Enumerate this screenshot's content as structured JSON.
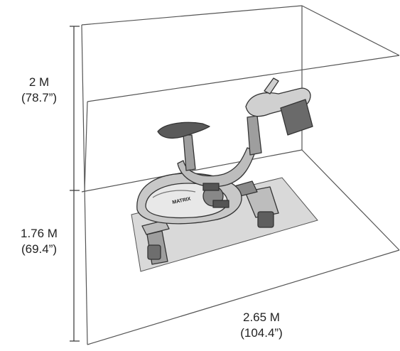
{
  "dimensions": {
    "height_total": {
      "metric": "2 M",
      "imperial": "(78.7”)"
    },
    "depth": {
      "metric": "1.76 M",
      "imperial": "(69.4”)"
    },
    "width": {
      "metric": "2.65 M",
      "imperial": "(104.4”)"
    }
  },
  "product": {
    "brand_text": "MATRIX"
  },
  "colors": {
    "line": "#333333",
    "mat": "#d9d9d9",
    "bike_fill": "#bdbdbd",
    "bike_dark": "#4a4a4a"
  }
}
